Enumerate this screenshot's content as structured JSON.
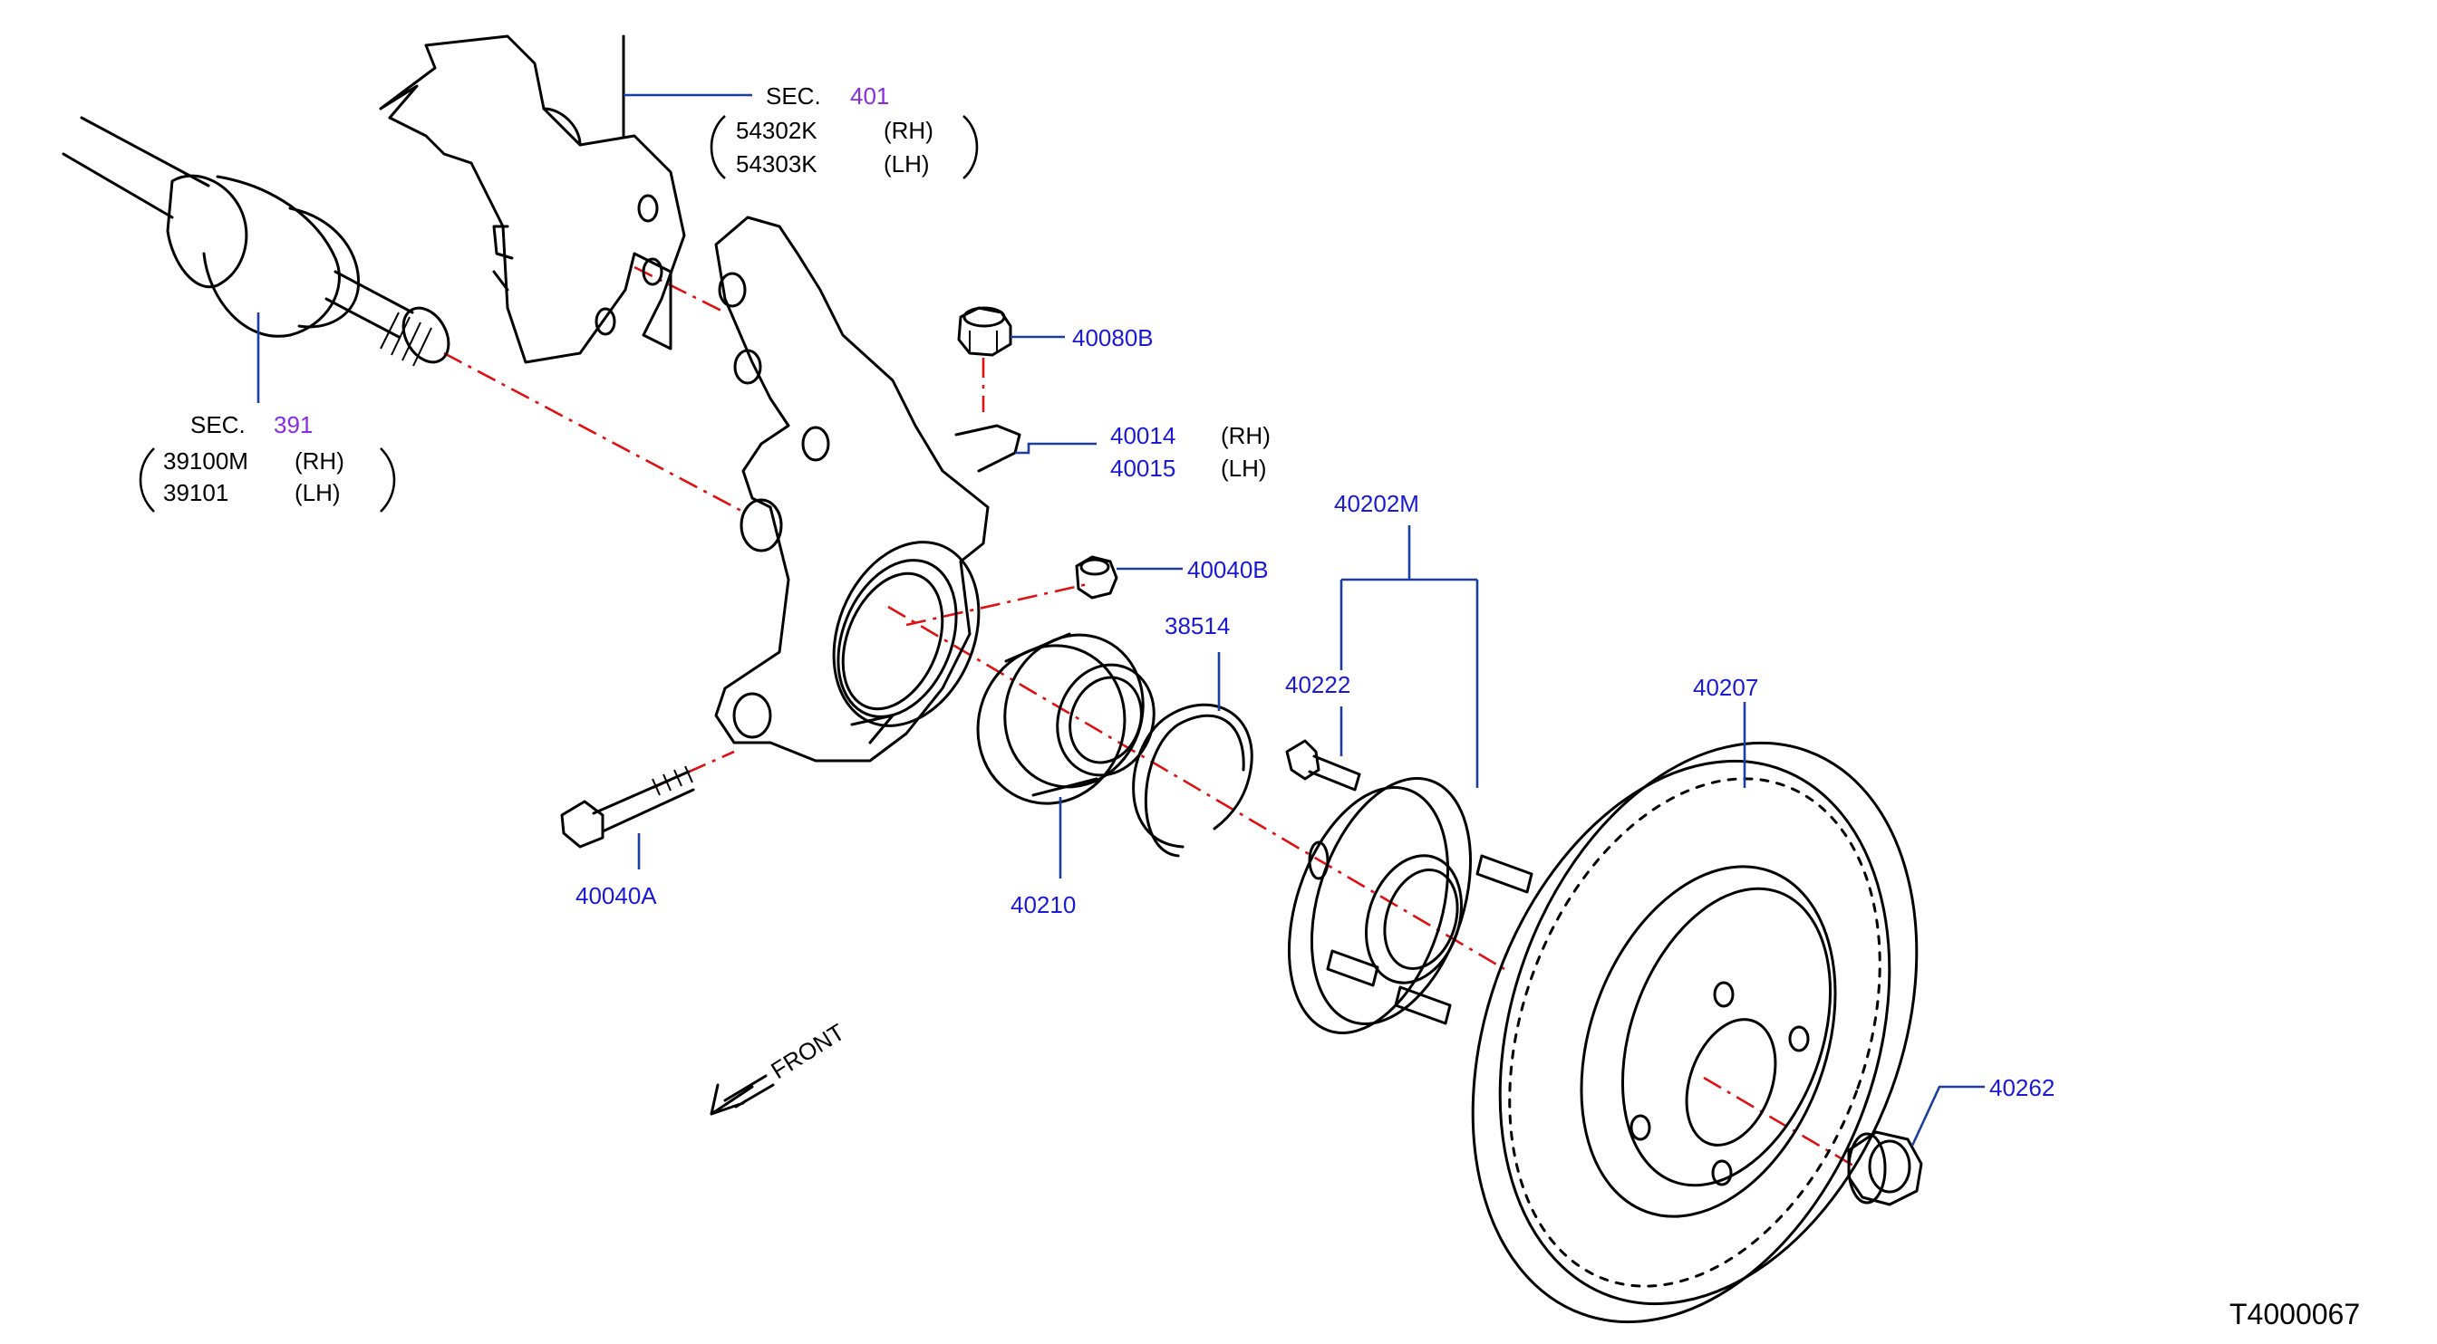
{
  "sec401": {
    "prefix": "SEC.",
    "num": "401",
    "rows": [
      {
        "code": "54302K",
        "side": "(RH)"
      },
      {
        "code": "54303K",
        "side": "(LH)"
      }
    ]
  },
  "sec391": {
    "prefix": "SEC.",
    "num": "391",
    "rows": [
      {
        "code": "39100M",
        "side": "(RH)"
      },
      {
        "code": "39101",
        "side": "(LH)"
      }
    ]
  },
  "parts": {
    "p40080B": "40080B",
    "p40014": "40014",
    "p40014_side": "(RH)",
    "p40015": "40015",
    "p40015_side": "(LH)",
    "p40040B": "40040B",
    "p38514": "38514",
    "p40202M": "40202M",
    "p40222": "40222",
    "p40207": "40207",
    "p40040A": "40040A",
    "p40210": "40210",
    "p40262": "40262"
  },
  "front_label": "FRONT",
  "figure_id": "T4000067",
  "colors": {
    "part_number": "#1a1ad6",
    "section_number": "#8a2be2",
    "leader": "#1a3fa0",
    "axis": "#e01010"
  }
}
